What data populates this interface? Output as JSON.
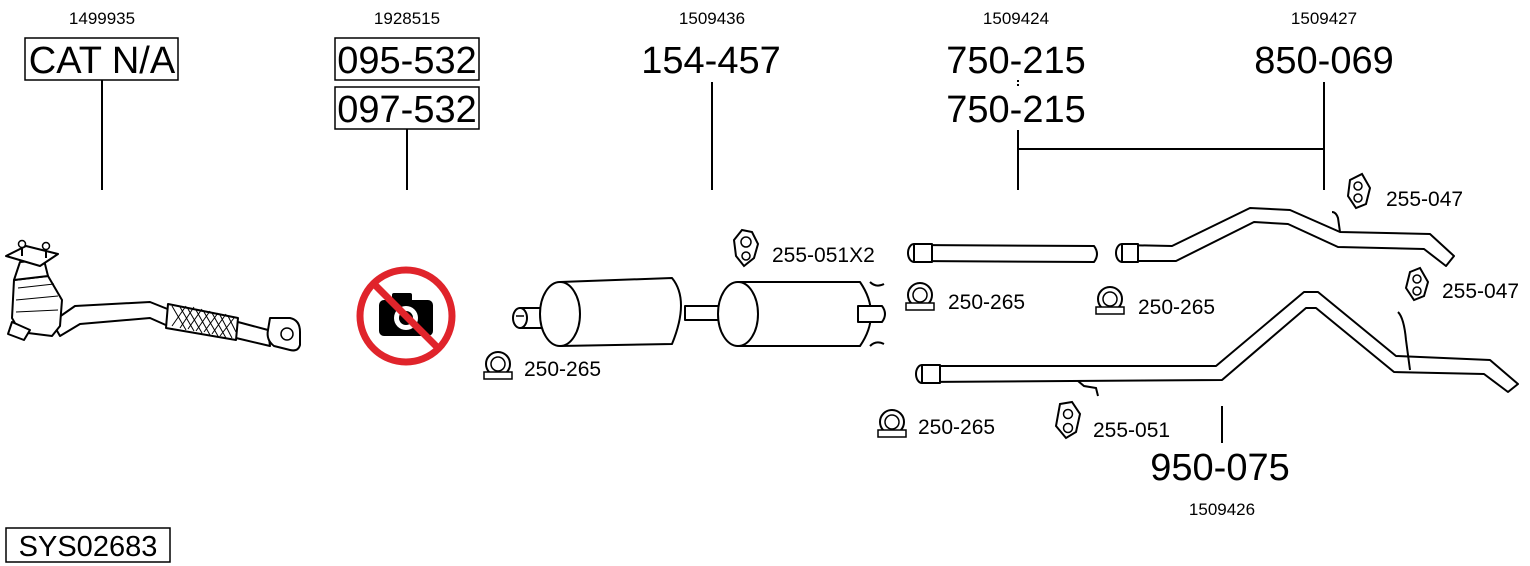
{
  "system_code": "SYS02683",
  "parts": [
    {
      "oe_number": "1499935",
      "part_number": "CAT N/A",
      "boxed": true
    },
    {
      "oe_number": "1928515",
      "part_numbers": [
        "095-532",
        "097-532"
      ],
      "boxed": true,
      "status_icon": "no-photo-icon"
    },
    {
      "oe_number": "1509436",
      "part_number": "154-457"
    },
    {
      "oe_number": "1509424",
      "part_numbers": [
        "750-215",
        "750-215"
      ]
    },
    {
      "oe_number": "1509427",
      "part_number": "850-069"
    },
    {
      "oe_number": "1509426",
      "part_number": "950-075"
    }
  ],
  "accessories": [
    {
      "label": "255-051X2",
      "icon": "rubber-hanger-icon"
    },
    {
      "label": "250-265",
      "icon": "pipe-clamp-icon"
    },
    {
      "label": "250-265",
      "icon": "pipe-clamp-icon"
    },
    {
      "label": "250-265",
      "icon": "pipe-clamp-icon"
    },
    {
      "label": "255-047",
      "icon": "rubber-hanger-icon"
    },
    {
      "label": "255-047",
      "icon": "rubber-hanger-icon"
    },
    {
      "label": "250-265",
      "icon": "pipe-clamp-icon"
    },
    {
      "label": "255-051",
      "icon": "rubber-hanger-icon"
    }
  ],
  "colors": {
    "line": "#000000",
    "no_photo_red": "#e0242b",
    "background": "#ffffff"
  }
}
